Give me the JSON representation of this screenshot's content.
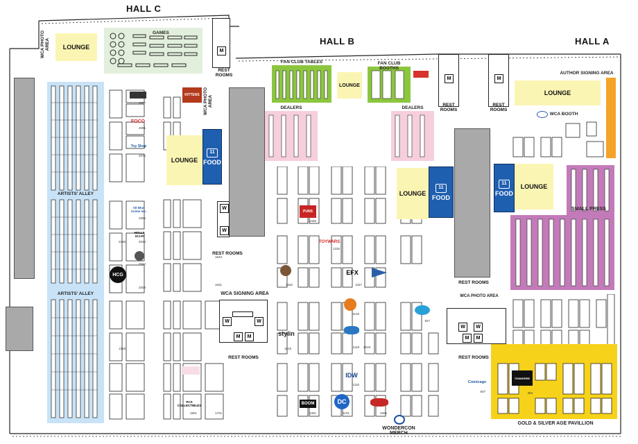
{
  "halls": {
    "c": "HALL C",
    "b": "HALL B",
    "a": "HALL A"
  },
  "areas": {
    "wca_photo_area_left": "WCA PHOTO AREA",
    "wca_photo_area_right": "WCA PHOTO AREA",
    "wca_photo_area_center": "WCA PHOTO AREA",
    "games": "GAMES",
    "fan_club_tables": "FAN CLUB TABLES",
    "fan_club_booths": "FAN CLUB BOOTHS",
    "dealers_left": "DEALERS",
    "dealers_right": "DEALERS",
    "author_signing": "AUTHOR SIGNING AREA",
    "wca_booth": "WCA BOOTH",
    "small_press": "SMALL PRESS",
    "artists_alley_top": "ARTISTS' ALLEY",
    "artists_alley_bottom": "ARTISTS' ALLEY",
    "wca_signing": "WCA SIGNING AREA",
    "gold_silver": "GOLD & SILVER AGE PAVILLION",
    "wondercon_merch": "WONDERCON MERCH"
  },
  "lounges": [
    "LOUNGE",
    "LOUNGE",
    "LOUNGE",
    "LOUNGE",
    "LOUNGE",
    "LOUNGE"
  ],
  "food": [
    "FOOD",
    "FOOD",
    "FOOD"
  ],
  "rest_rooms": [
    "REST ROOMS",
    "REST ROOMS",
    "REST ROOMS",
    "REST ROOMS",
    "REST ROOMS",
    "REST ROOMS",
    "REST ROOMS"
  ],
  "restroom_letters": {
    "w": "W",
    "m": "M"
  },
  "exhibitors": {
    "kittens": "KITTENS",
    "foco": "FOCO",
    "toy_shop": "Toy Shop",
    "all_blue": "All Blue Anime Inc.",
    "hcg": "HCG",
    "puns": "PUNS",
    "toywars": "TOYWARS",
    "efx": "EFX",
    "stylin": "stylin",
    "idw": "IDW",
    "dc": "DC",
    "boom": "BOOM",
    "pcs": "PCS COLLECTIBLES",
    "comicage": "Comicage",
    "holly_scifi": "HOLLY SCI-FI",
    "tonnerre": "TONNERRE"
  },
  "booth_numbers": {
    "b2087": "2087",
    "b2081": "2081",
    "b2075": "2075",
    "b2065": "2065",
    "b2148": "2148",
    "b2048": "2048",
    "b2043": "2043",
    "b2009": "2009",
    "b2118": "2118",
    "b1801": "1801",
    "b1701": "1701",
    "b1301": "1301",
    "b1101": "1101",
    "b1001": "1001",
    "b1110": "1110",
    "b1120": "1120",
    "b1327": "1327",
    "b1422": "1422",
    "b1432": "1432",
    "b1619": "1619",
    "b1643": "1643",
    "b1631": "1631",
    "b1346": "1346",
    "b1226": "1226",
    "b1001b": "1001",
    "b1019": "1019",
    "b1119": "1119",
    "b0927": "927",
    "b0827": "827",
    "b0607": "607",
    "b0463": "463"
  },
  "colors": {
    "artists_alley": "#c8e2f7",
    "dealers": "#f7cfdc",
    "fan_club": "#8cc63f",
    "games": "#e2efdc",
    "small_press": "#c27bb8",
    "gold_silver": "#f7d21a",
    "author_signing": "#f4a329",
    "lounge": "#fbf5b4",
    "food": "#1f5fb0"
  }
}
